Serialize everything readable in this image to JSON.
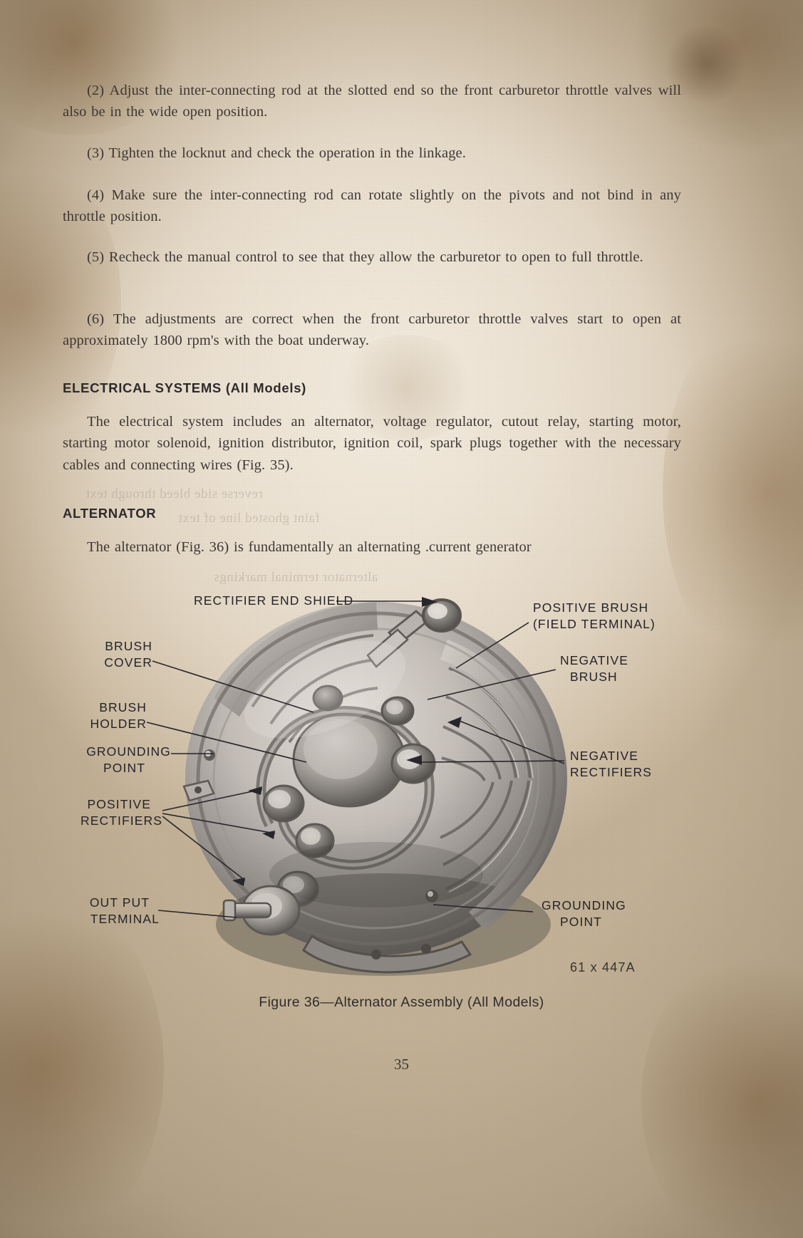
{
  "document": {
    "page_number": "35",
    "paragraphs": [
      "(2) Adjust the inter-connecting rod at the slotted end so the front carburetor throttle valves will also be in the wide open position.",
      "(3) Tighten the locknut and check the operation in the linkage.",
      "(4) Make sure the inter-connecting rod can rotate slightly on the pivots and not bind in any throttle position.",
      "(5) Recheck the manual control to see that they allow the carburetor to open to full throttle.",
      "(6) The adjustments are correct when the front carburetor throttle valves start to open at approximately 1800 rpm's with the boat underway."
    ],
    "sections": [
      {
        "heading": "ELECTRICAL SYSTEMS (All Models)",
        "body": "The electrical system includes an alternator, voltage regulator, cutout relay, starting motor, starting motor solenoid, ignition distributor, ignition coil, spark plugs together with the necessary cables and connecting wires (Fig. 35)."
      },
      {
        "heading": "ALTERNATOR",
        "body": "The alternator (Fig. 36) is fundamentally an alternating .current generator"
      }
    ],
    "bleed_through": [
      "reverse side bleed through text",
      "faint ghosted line of text",
      "alternator terminal markings"
    ]
  },
  "figure": {
    "caption": "Figure 36—Alternator Assembly (All Models)",
    "code": "61 x 447A",
    "subject": "alternator-assembly-photograph",
    "callouts": [
      {
        "id": "rectifier-end-shield",
        "lines": [
          "RECTIFIER END SHIELD"
        ]
      },
      {
        "id": "positive-brush",
        "lines": [
          "POSITIVE BRUSH",
          "(FIELD TERMINAL)"
        ]
      },
      {
        "id": "negative-brush",
        "lines": [
          "NEGATIVE",
          "BRUSH"
        ]
      },
      {
        "id": "brush-cover",
        "lines": [
          "BRUSH",
          "COVER"
        ]
      },
      {
        "id": "brush-holder",
        "lines": [
          "BRUSH",
          "HOLDER"
        ]
      },
      {
        "id": "grounding-point-left",
        "lines": [
          "GROUNDING",
          "POINT"
        ]
      },
      {
        "id": "negative-rectifiers",
        "lines": [
          "NEGATIVE",
          "RECTIFIERS"
        ]
      },
      {
        "id": "positive-rectifiers",
        "lines": [
          "POSITIVE",
          "RECTIFIERS"
        ]
      },
      {
        "id": "output-terminal",
        "lines": [
          "OUT PUT",
          "TERMINAL"
        ]
      },
      {
        "id": "grounding-point-right",
        "lines": [
          "GROUNDING",
          "POINT"
        ]
      }
    ]
  },
  "colors": {
    "paper": "#ece2d3",
    "ink": "#302b2a",
    "metal_light": "#cfcac4",
    "metal_dark": "#4e4c4c"
  }
}
